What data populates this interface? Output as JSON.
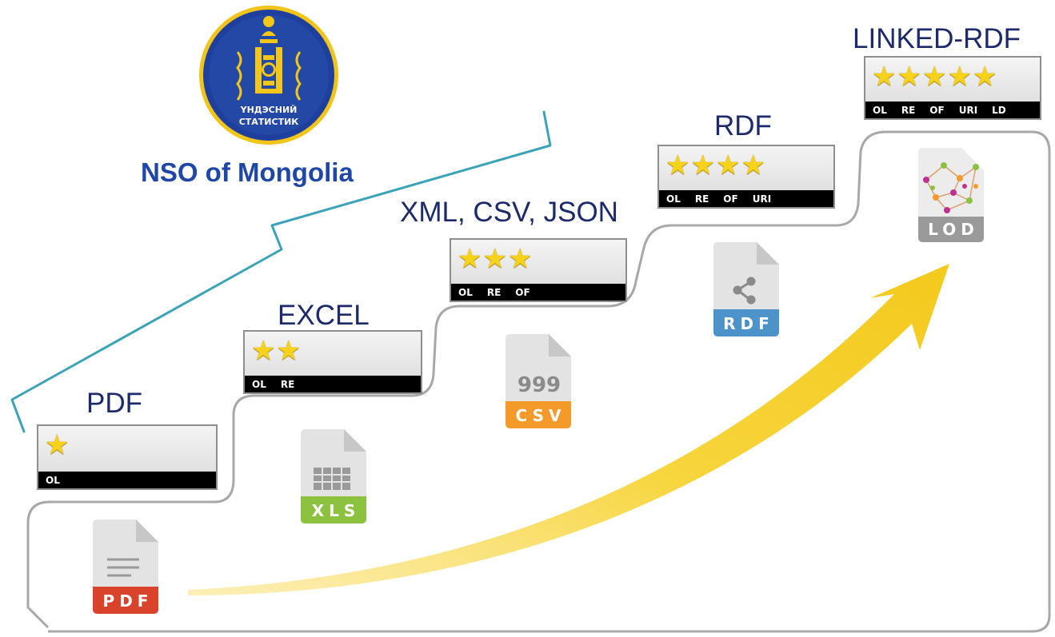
{
  "organization": {
    "name": "NSO of Mongolia",
    "emblem_text_line1": "ҮНДЭСНИЙ",
    "emblem_text_line2": "СТАТИСТИК",
    "emblem_colors": {
      "ring": "#1f3f9e",
      "field": "#2348a6",
      "emblem": "#f3c617"
    }
  },
  "levels": [
    {
      "label": "PDF",
      "stars": 1,
      "codes": [
        "OL"
      ],
      "file_icon": {
        "name": "pdf-file-icon",
        "caption": "PDF",
        "color": "#d9432b"
      }
    },
    {
      "label": "EXCEL",
      "stars": 2,
      "codes": [
        "OL",
        "RE"
      ],
      "file_icon": {
        "name": "xls-file-icon",
        "caption": "XLS",
        "color": "#8cc23f"
      }
    },
    {
      "label": "XML, CSV, JSON",
      "stars": 3,
      "codes": [
        "OL",
        "RE",
        "OF"
      ],
      "file_icon": {
        "name": "csv-file-icon",
        "caption": "CSV",
        "color": "#f39a2b"
      }
    },
    {
      "label": "RDF",
      "stars": 4,
      "codes": [
        "OL",
        "RE",
        "OF",
        "URI"
      ],
      "file_icon": {
        "name": "rdf-file-icon",
        "caption": "RDF",
        "color": "#4b93c9"
      }
    },
    {
      "label": "LINKED-RDF",
      "stars": 5,
      "codes": [
        "OL",
        "RE",
        "OF",
        "URI",
        "LD"
      ],
      "file_icon": {
        "name": "lod-file-icon",
        "caption": "LOD",
        "color": "#9a9a9a"
      }
    }
  ],
  "colors": {
    "label_text": "#1c2a6b",
    "org_text": "#1f47a8",
    "brace": "#3aa3b8",
    "staircase": "#a8a8a8",
    "arrow": "#f6d238",
    "star": "#f7d21a"
  },
  "icons": {
    "star": "★"
  }
}
